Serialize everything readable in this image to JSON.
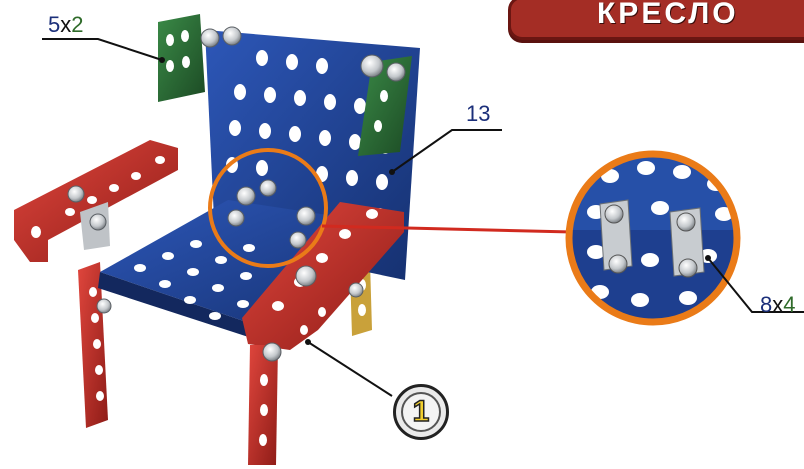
{
  "title": "КРЕСЛО",
  "labels": {
    "bracket": {
      "a": "5",
      "x": "x",
      "b": "2"
    },
    "plate": "13",
    "connector": {
      "a": "8",
      "x": "x",
      "b": "4"
    }
  },
  "step_number": "1",
  "colors": {
    "banner": "#a42d25",
    "plate_blue": "#1e3f8f",
    "bracket_green": "#2a6b34",
    "strip_red": "#c2332d",
    "strip_yellow": "#c9a13a",
    "zoom_ring": "#ea7b18",
    "badge_yellow": "#f2cf2e"
  }
}
